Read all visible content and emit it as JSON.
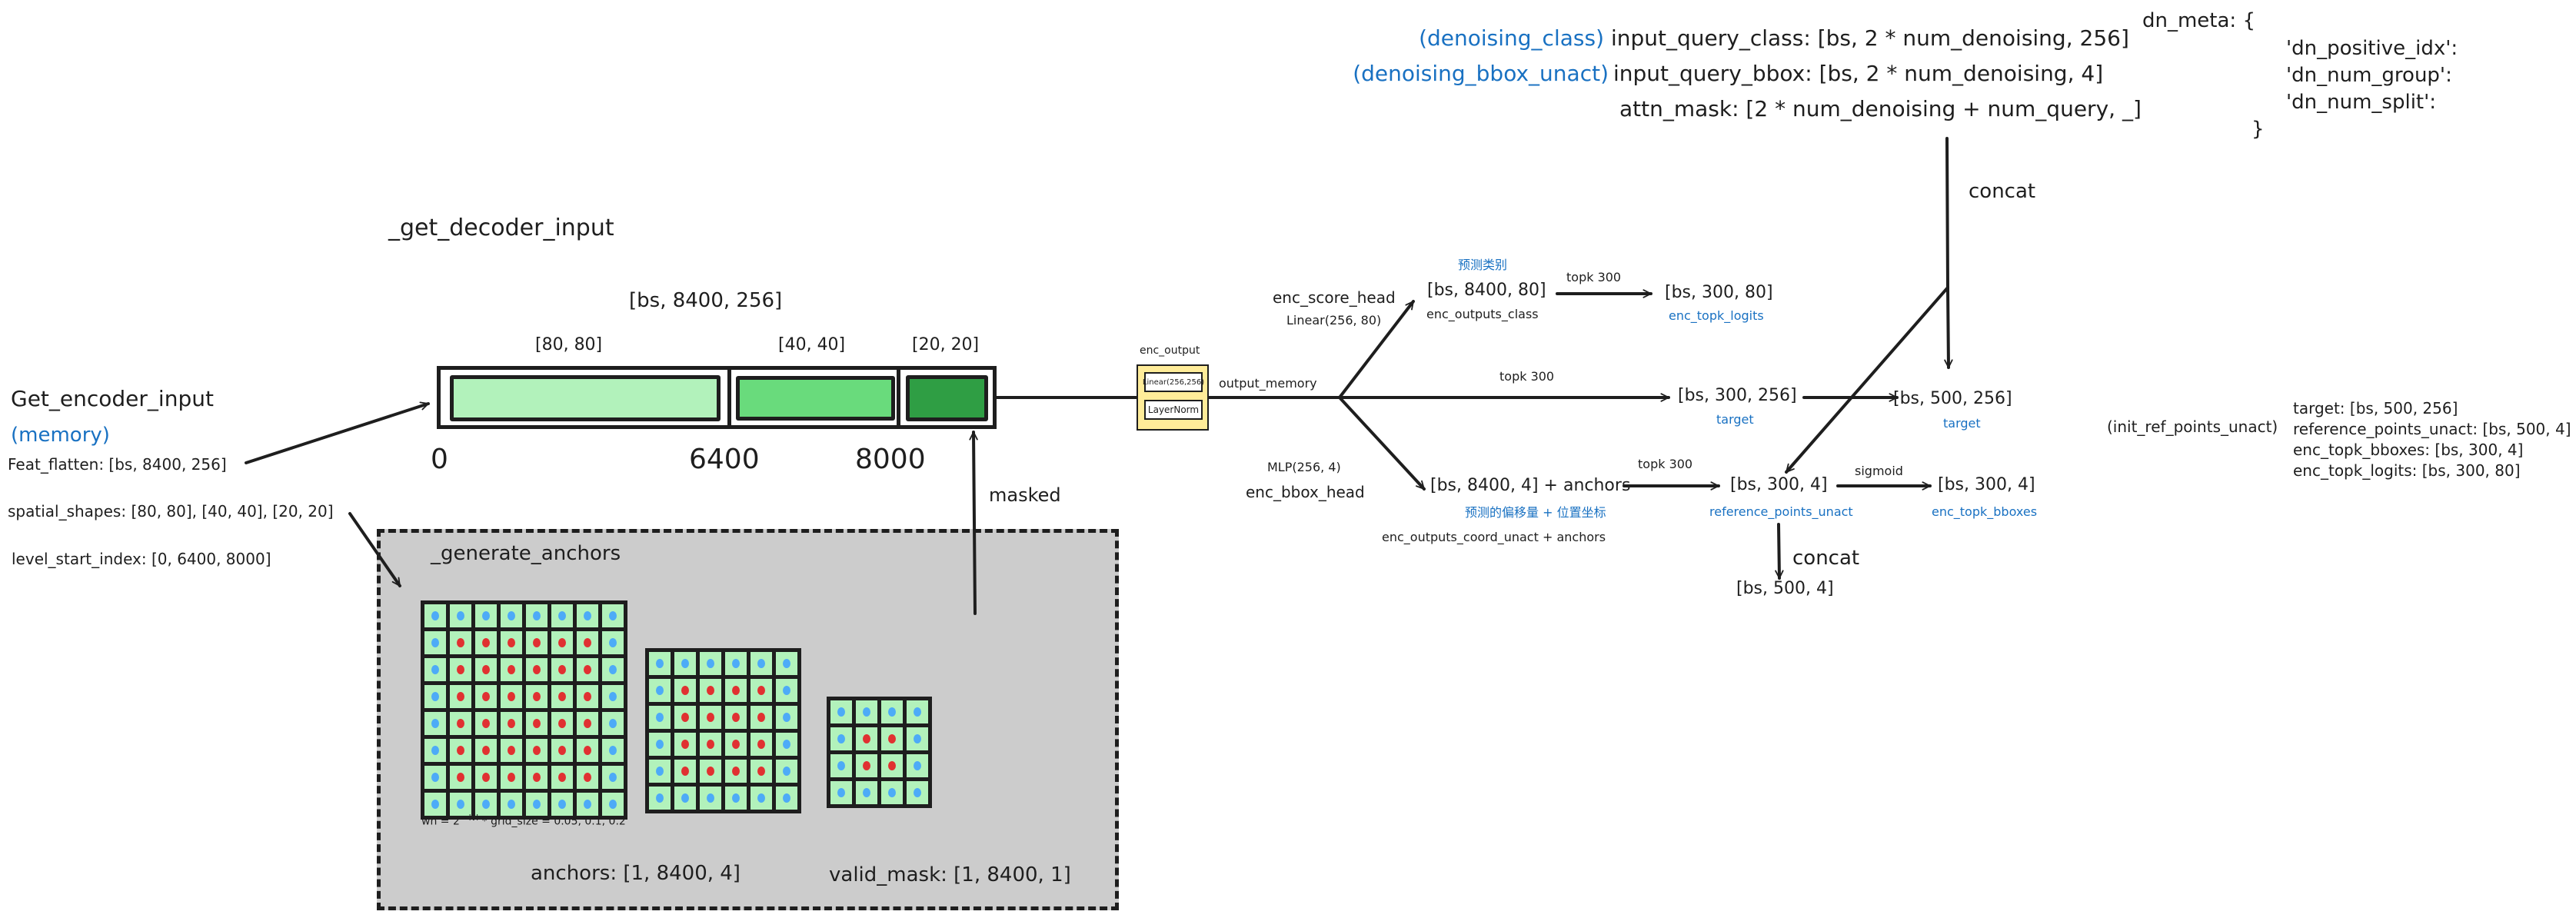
{
  "colors": {
    "ink": "#1e1e1e",
    "blue_text": "#1971c2",
    "level0_fill": "#b2f2bb",
    "level1_fill": "#69db7c",
    "level2_fill": "#2f9e44",
    "anchors_panel": "#cccccc",
    "enc_output_fill": "#ffec99",
    "dot_border": "#4dabf7",
    "dot_valid": "#e03131"
  },
  "left": {
    "title": "Get_encoder_input",
    "memory_tag": "(memory)",
    "feat_flatten": "Feat_flatten: [bs, 8400, 256]",
    "spatial_shapes": "spatial_shapes: [80, 80], [40, 40], [20, 20]",
    "level_start_index": "level_start_index: [0, 6400, 8000]"
  },
  "decoder_input": {
    "title": "_get_decoder_input",
    "shape": "[bs, 8400, 256]",
    "levels": [
      {
        "label": "[80, 80]",
        "start": "0"
      },
      {
        "label": "[40, 40]",
        "start": "6400"
      },
      {
        "label": "[20, 20]",
        "start": "8000"
      }
    ],
    "masked_label": "masked"
  },
  "anchors_panel": {
    "title": "_generate_anchors",
    "grids": [
      {
        "size": 8
      },
      {
        "size": 6
      },
      {
        "size": 4
      }
    ],
    "formula_prefix": "wh = 2^",
    "formula_sup": "lvl",
    "formula_suffix": "* grid_size = 0.05, 0.1, 0.2",
    "anchors_label": "anchors: [1, 8400, 4]",
    "valid_mask_label": "valid_mask: [1, 8400, 1]"
  },
  "enc_output": {
    "title": "enc_output",
    "linear": "Linear(256,256)",
    "norm": "LayerNorm",
    "output_label": "output_memory"
  },
  "score_head": {
    "name": "enc_score_head",
    "layer": "Linear(256, 80)",
    "cn_label": "预测类别",
    "shape": "[bs, 8400, 80]",
    "var": "enc_outputs_class",
    "topk": "topk 300",
    "topk_shape": "[bs, 300, 80]",
    "topk_var": "enc_topk_logits"
  },
  "memory_branch": {
    "topk": "topk 300",
    "shape": "[bs, 300, 256]",
    "var": "target",
    "concat_shape": "[bs, 500, 256]",
    "concat_var": "target"
  },
  "bbox_head": {
    "name": "enc_bbox_head",
    "layer": "MLP(256, 4)",
    "shape": "[bs, 8400, 4] + anchors",
    "cn_label": "预测的偏移量 + 位置坐标",
    "var": "enc_outputs_coord_unact  + anchors",
    "topk": "topk 300",
    "topk_shape": "[bs, 300, 4]",
    "topk_var": "reference_points_unact",
    "sigmoid": "sigmoid",
    "sig_shape": "[bs, 300, 4]",
    "sig_var": "enc_topk_bboxes",
    "concat": "concat",
    "concat_shape": "[bs, 500, 4]"
  },
  "denoising": {
    "class_tag": "(denoising_class)",
    "class_line": "input_query_class: [bs, 2 * num_denoising, 256]",
    "bbox_tag": "(denoising_bbox_unact)",
    "bbox_line": "input_query_bbox: [bs, 2 * num_denoising, 4]",
    "attn_line": "attn_mask: [2 * num_denoising + num_query, _]",
    "concat": "concat"
  },
  "dn_meta": {
    "head": "dn_meta: {",
    "keys": [
      "'dn_positive_idx':",
      "'dn_num_group':",
      "'dn_num_split':"
    ],
    "close": "}"
  },
  "outputs": {
    "tag": "(init_ref_points_unact)",
    "lines": [
      "target: [bs, 500, 256]",
      "reference_points_unact: [bs, 500, 4]",
      "enc_topk_bboxes: [bs, 300, 4]",
      "enc_topk_logits: [bs, 300, 80]"
    ]
  }
}
